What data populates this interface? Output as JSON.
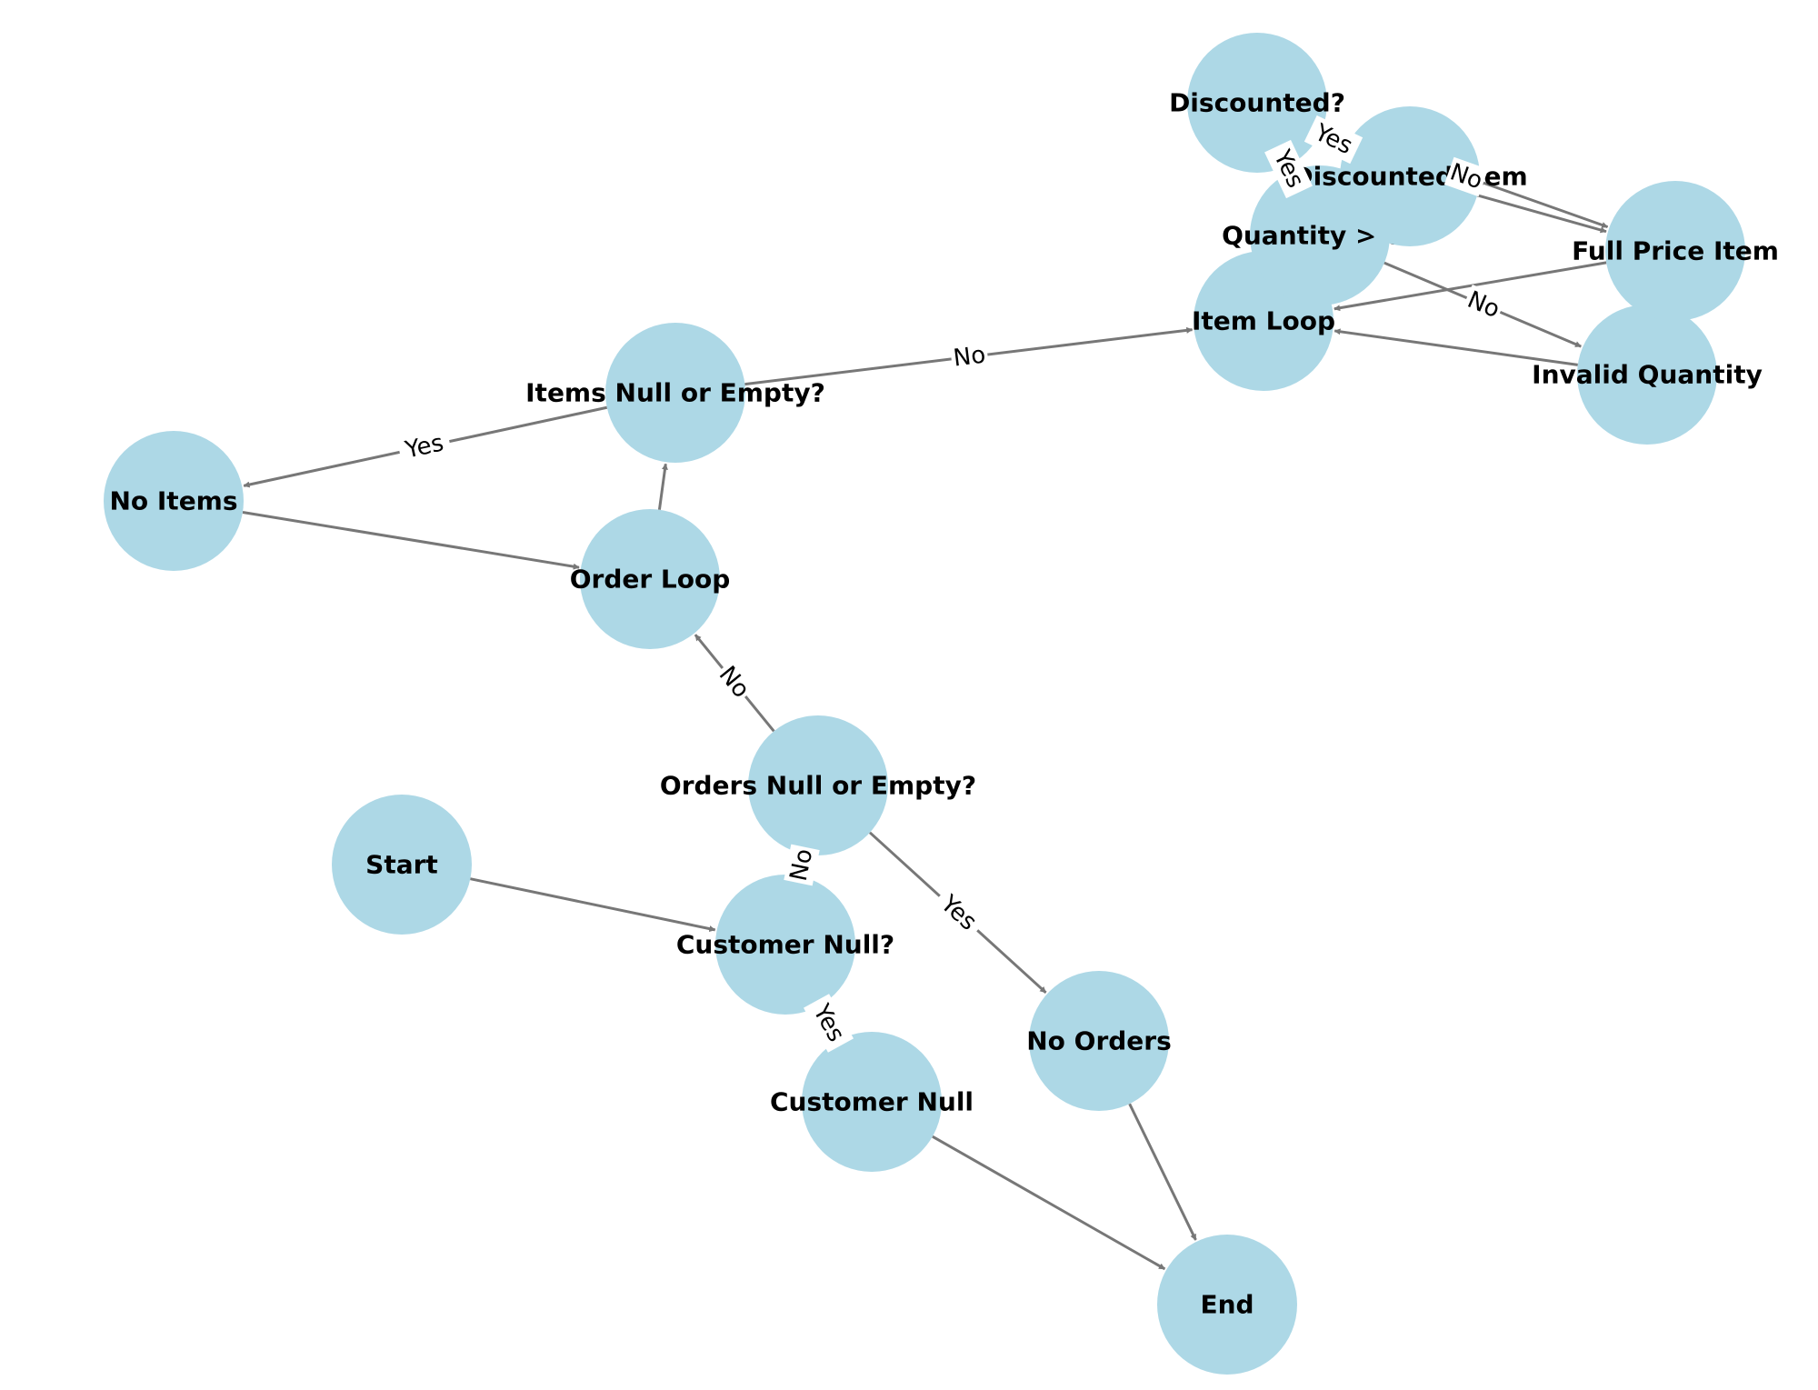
{
  "colors": {
    "node": "#add8e6",
    "edge": "#777777",
    "text": "#000000",
    "background": "#ffffff"
  },
  "nodes": [
    {
      "id": "start",
      "label": "Start"
    },
    {
      "id": "customer_null_q",
      "label": "Customer Null?"
    },
    {
      "id": "customer_null",
      "label": "Customer Null"
    },
    {
      "id": "orders_null_q",
      "label": "Orders Null or Empty?"
    },
    {
      "id": "no_orders",
      "label": "No Orders"
    },
    {
      "id": "end",
      "label": "End"
    },
    {
      "id": "order_loop",
      "label": "Order Loop"
    },
    {
      "id": "items_null_q",
      "label": "Items Null or Empty?"
    },
    {
      "id": "no_items",
      "label": "No Items"
    },
    {
      "id": "item_loop",
      "label": "Item Loop"
    },
    {
      "id": "quantity_q",
      "label": "Quantity > 0?"
    },
    {
      "id": "invalid_quantity",
      "label": "Invalid Quantity"
    },
    {
      "id": "discounted_q",
      "label": "Discounted?"
    },
    {
      "id": "discounted_item",
      "label": "Discounted Item"
    },
    {
      "id": "full_price_item",
      "label": "Full Price Item"
    }
  ],
  "edges": [
    {
      "from": "start",
      "to": "customer_null_q",
      "label": ""
    },
    {
      "from": "customer_null_q",
      "to": "customer_null",
      "label": "Yes"
    },
    {
      "from": "customer_null_q",
      "to": "orders_null_q",
      "label": "No"
    },
    {
      "from": "customer_null",
      "to": "end",
      "label": ""
    },
    {
      "from": "orders_null_q",
      "to": "no_orders",
      "label": "Yes"
    },
    {
      "from": "orders_null_q",
      "to": "order_loop",
      "label": "No"
    },
    {
      "from": "no_orders",
      "to": "end",
      "label": ""
    },
    {
      "from": "order_loop",
      "to": "items_null_q",
      "label": ""
    },
    {
      "from": "items_null_q",
      "to": "no_items",
      "label": "Yes"
    },
    {
      "from": "items_null_q",
      "to": "item_loop",
      "label": "No"
    },
    {
      "from": "no_items",
      "to": "order_loop",
      "label": ""
    },
    {
      "from": "item_loop",
      "to": "quantity_q",
      "label": ""
    },
    {
      "from": "quantity_q",
      "to": "invalid_quantity",
      "label": "No"
    },
    {
      "from": "quantity_q",
      "to": "discounted_q",
      "label": "Yes"
    },
    {
      "from": "discounted_q",
      "to": "discounted_item",
      "label": "Yes"
    },
    {
      "from": "discounted_q",
      "to": "full_price_item",
      "label": "No"
    },
    {
      "from": "invalid_quantity",
      "to": "item_loop",
      "label": ""
    },
    {
      "from": "discounted_item",
      "to": "full_price_item",
      "label": ""
    },
    {
      "from": "full_price_item",
      "to": "item_loop",
      "label": ""
    }
  ]
}
